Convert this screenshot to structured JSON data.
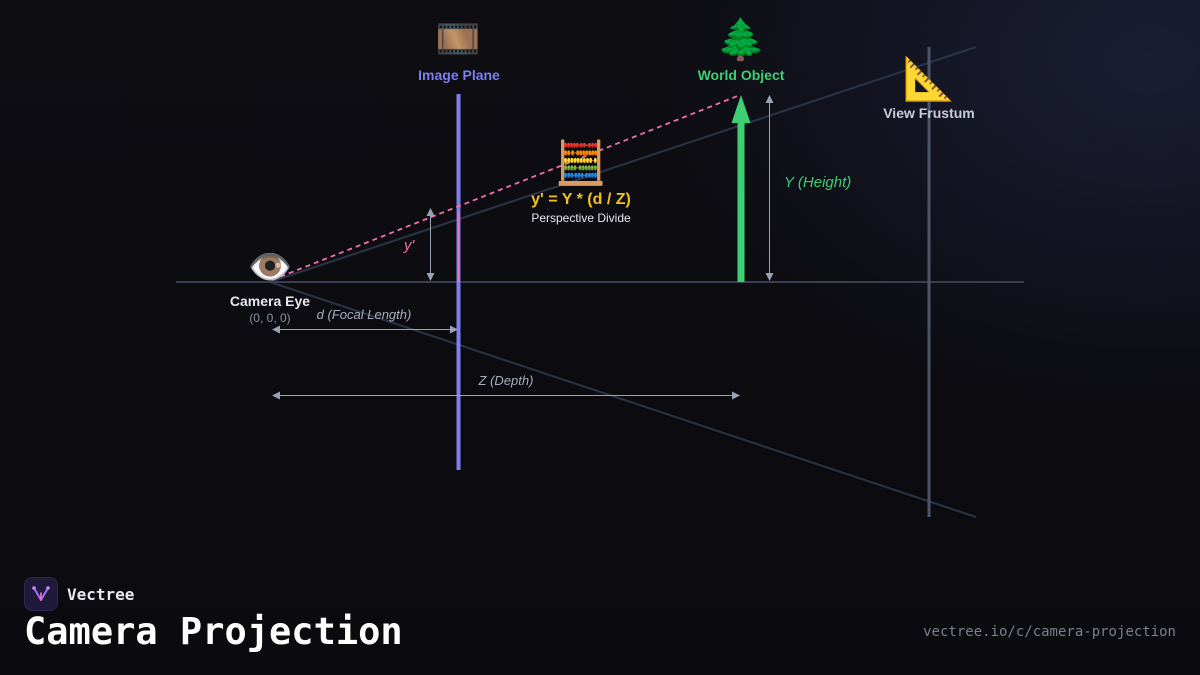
{
  "colors": {
    "image_plane": "#7b7ff0",
    "world_object": "#3ecf75",
    "projection_ray": "#f06fae",
    "formula": "#f1c21b",
    "frustum": "#4b5569",
    "dimension": "#9aa3b6"
  },
  "labels": {
    "image_plane": "Image Plane",
    "world_object": "World Object",
    "view_frustum": "View Frustum",
    "camera_eye": "Camera Eye",
    "camera_coords": "(0, 0, 0)",
    "formula": "y' = Y * (d / Z)",
    "formula_caption": "Perspective Divide",
    "y_prime": "y'",
    "y_height": "Y (Height)",
    "focal_length": "d (Focal Length)",
    "depth": "Z (Depth)"
  },
  "icons": {
    "image_plane": "film-frames-icon",
    "world_object": "tree-icon",
    "view_frustum": "triangular-ruler-icon",
    "camera_eye": "eye-icon",
    "formula": "abacus-icon"
  },
  "glyphs": {
    "film": "🎞️",
    "tree": "🌲",
    "ruler": "📐",
    "eye": "👁️",
    "abacus": "🧮"
  },
  "footer": {
    "brand": "Vectree",
    "title": "Camera Projection",
    "url": "vectree.io/c/camera-projection"
  }
}
